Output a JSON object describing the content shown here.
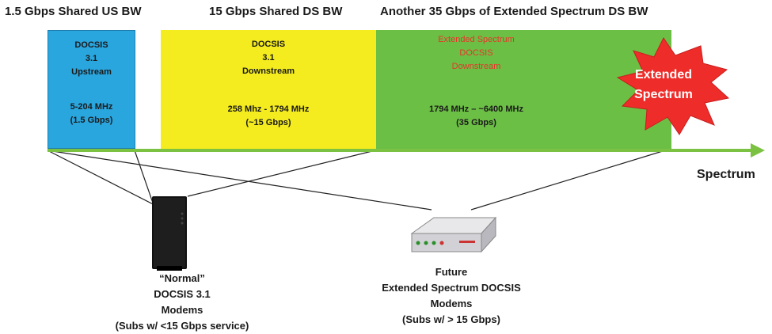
{
  "headers": {
    "upstream": "1.5 Gbps Shared US BW",
    "downstream": "15 Gbps Shared DS BW",
    "extended": "Another 35 Gbps of Extended Spectrum DS BW"
  },
  "bands": {
    "upstream": {
      "title": [
        "DOCSIS",
        "3.1",
        "Upstream"
      ],
      "details": [
        "5-204 MHz",
        "(1.5 Gbps)"
      ],
      "color": "#2aa6df"
    },
    "downstream": {
      "title": [
        "DOCSIS",
        "3.1",
        "Downstream"
      ],
      "details": [
        "258 Mhz - 1794 MHz",
        "(~15 Gbps)"
      ],
      "color": "#f4ec1e"
    },
    "extended": {
      "title": [
        "Extended Spectrum",
        "DOCSIS",
        "Downstream"
      ],
      "details": [
        "1794 MHz – ~6400 MHz",
        "(35 Gbps)"
      ],
      "color": "#6cbf45",
      "title_color": "#e8342a"
    }
  },
  "starburst": {
    "lines": [
      "Extended",
      "Spectrum"
    ],
    "color": "#ee2d2a"
  },
  "axis": {
    "label": "Spectrum",
    "color": "#7cc242"
  },
  "devices": {
    "normal": {
      "lines": [
        "“Normal”",
        "DOCSIS 3.1",
        "Modems",
        "(Subs w/ <15 Gbps service)"
      ]
    },
    "future": {
      "lines": [
        "Future",
        "Extended Spectrum DOCSIS",
        "Modems",
        "(Subs w/ > 15 Gbps)"
      ]
    }
  }
}
